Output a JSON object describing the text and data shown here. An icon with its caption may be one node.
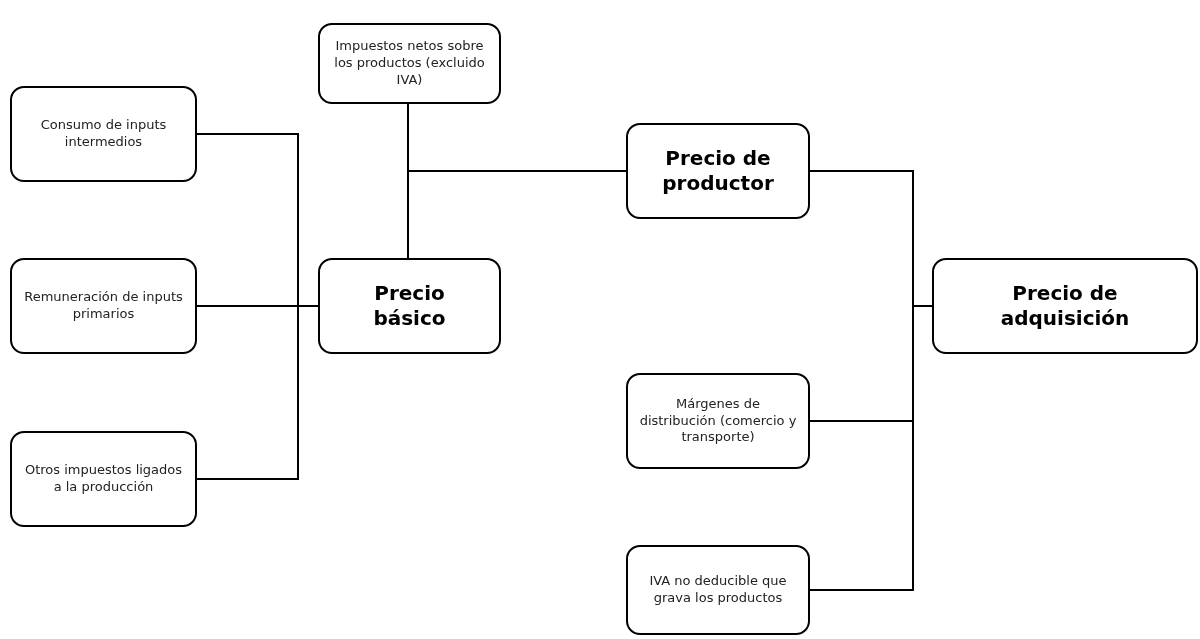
{
  "diagram": {
    "nodes": [
      {
        "text": [
          "Consumo de inputs intermedios"
        ]
      },
      {
        "text": [
          "Remuneración de inputs primarios"
        ]
      },
      {
        "text": [
          "Otros impuestos ligados a la producción"
        ]
      },
      {
        "text": [
          "Precio básico"
        ]
      },
      {
        "text": [
          "Impuestos netos sobre los productos (excluido IVA)"
        ]
      },
      {
        "text": [
          "Precio de productor"
        ]
      },
      {
        "text": [
          "Márgenes de distribución (comercio y transporte)"
        ]
      },
      {
        "text": [
          "IVA no deducible que grava los productos"
        ]
      },
      {
        "text": [
          "Precio de adquisición"
        ]
      }
    ],
    "edges": [
      {
        "from": 0,
        "to": 3,
        "arrow": "none"
      },
      {
        "from": 1,
        "to": 3,
        "arrow": "none"
      },
      {
        "from": 2,
        "to": 3,
        "arrow": "none"
      },
      {
        "from": 4,
        "to": 5,
        "arrow": "none"
      },
      {
        "from": 3,
        "to": 5,
        "arrow": "none"
      },
      {
        "from": 5,
        "to": 8,
        "arrow": "none"
      },
      {
        "from": 6,
        "to": 8,
        "arrow": "none"
      },
      {
        "from": 7,
        "to": 8,
        "arrow": "none"
      }
    ]
  }
}
